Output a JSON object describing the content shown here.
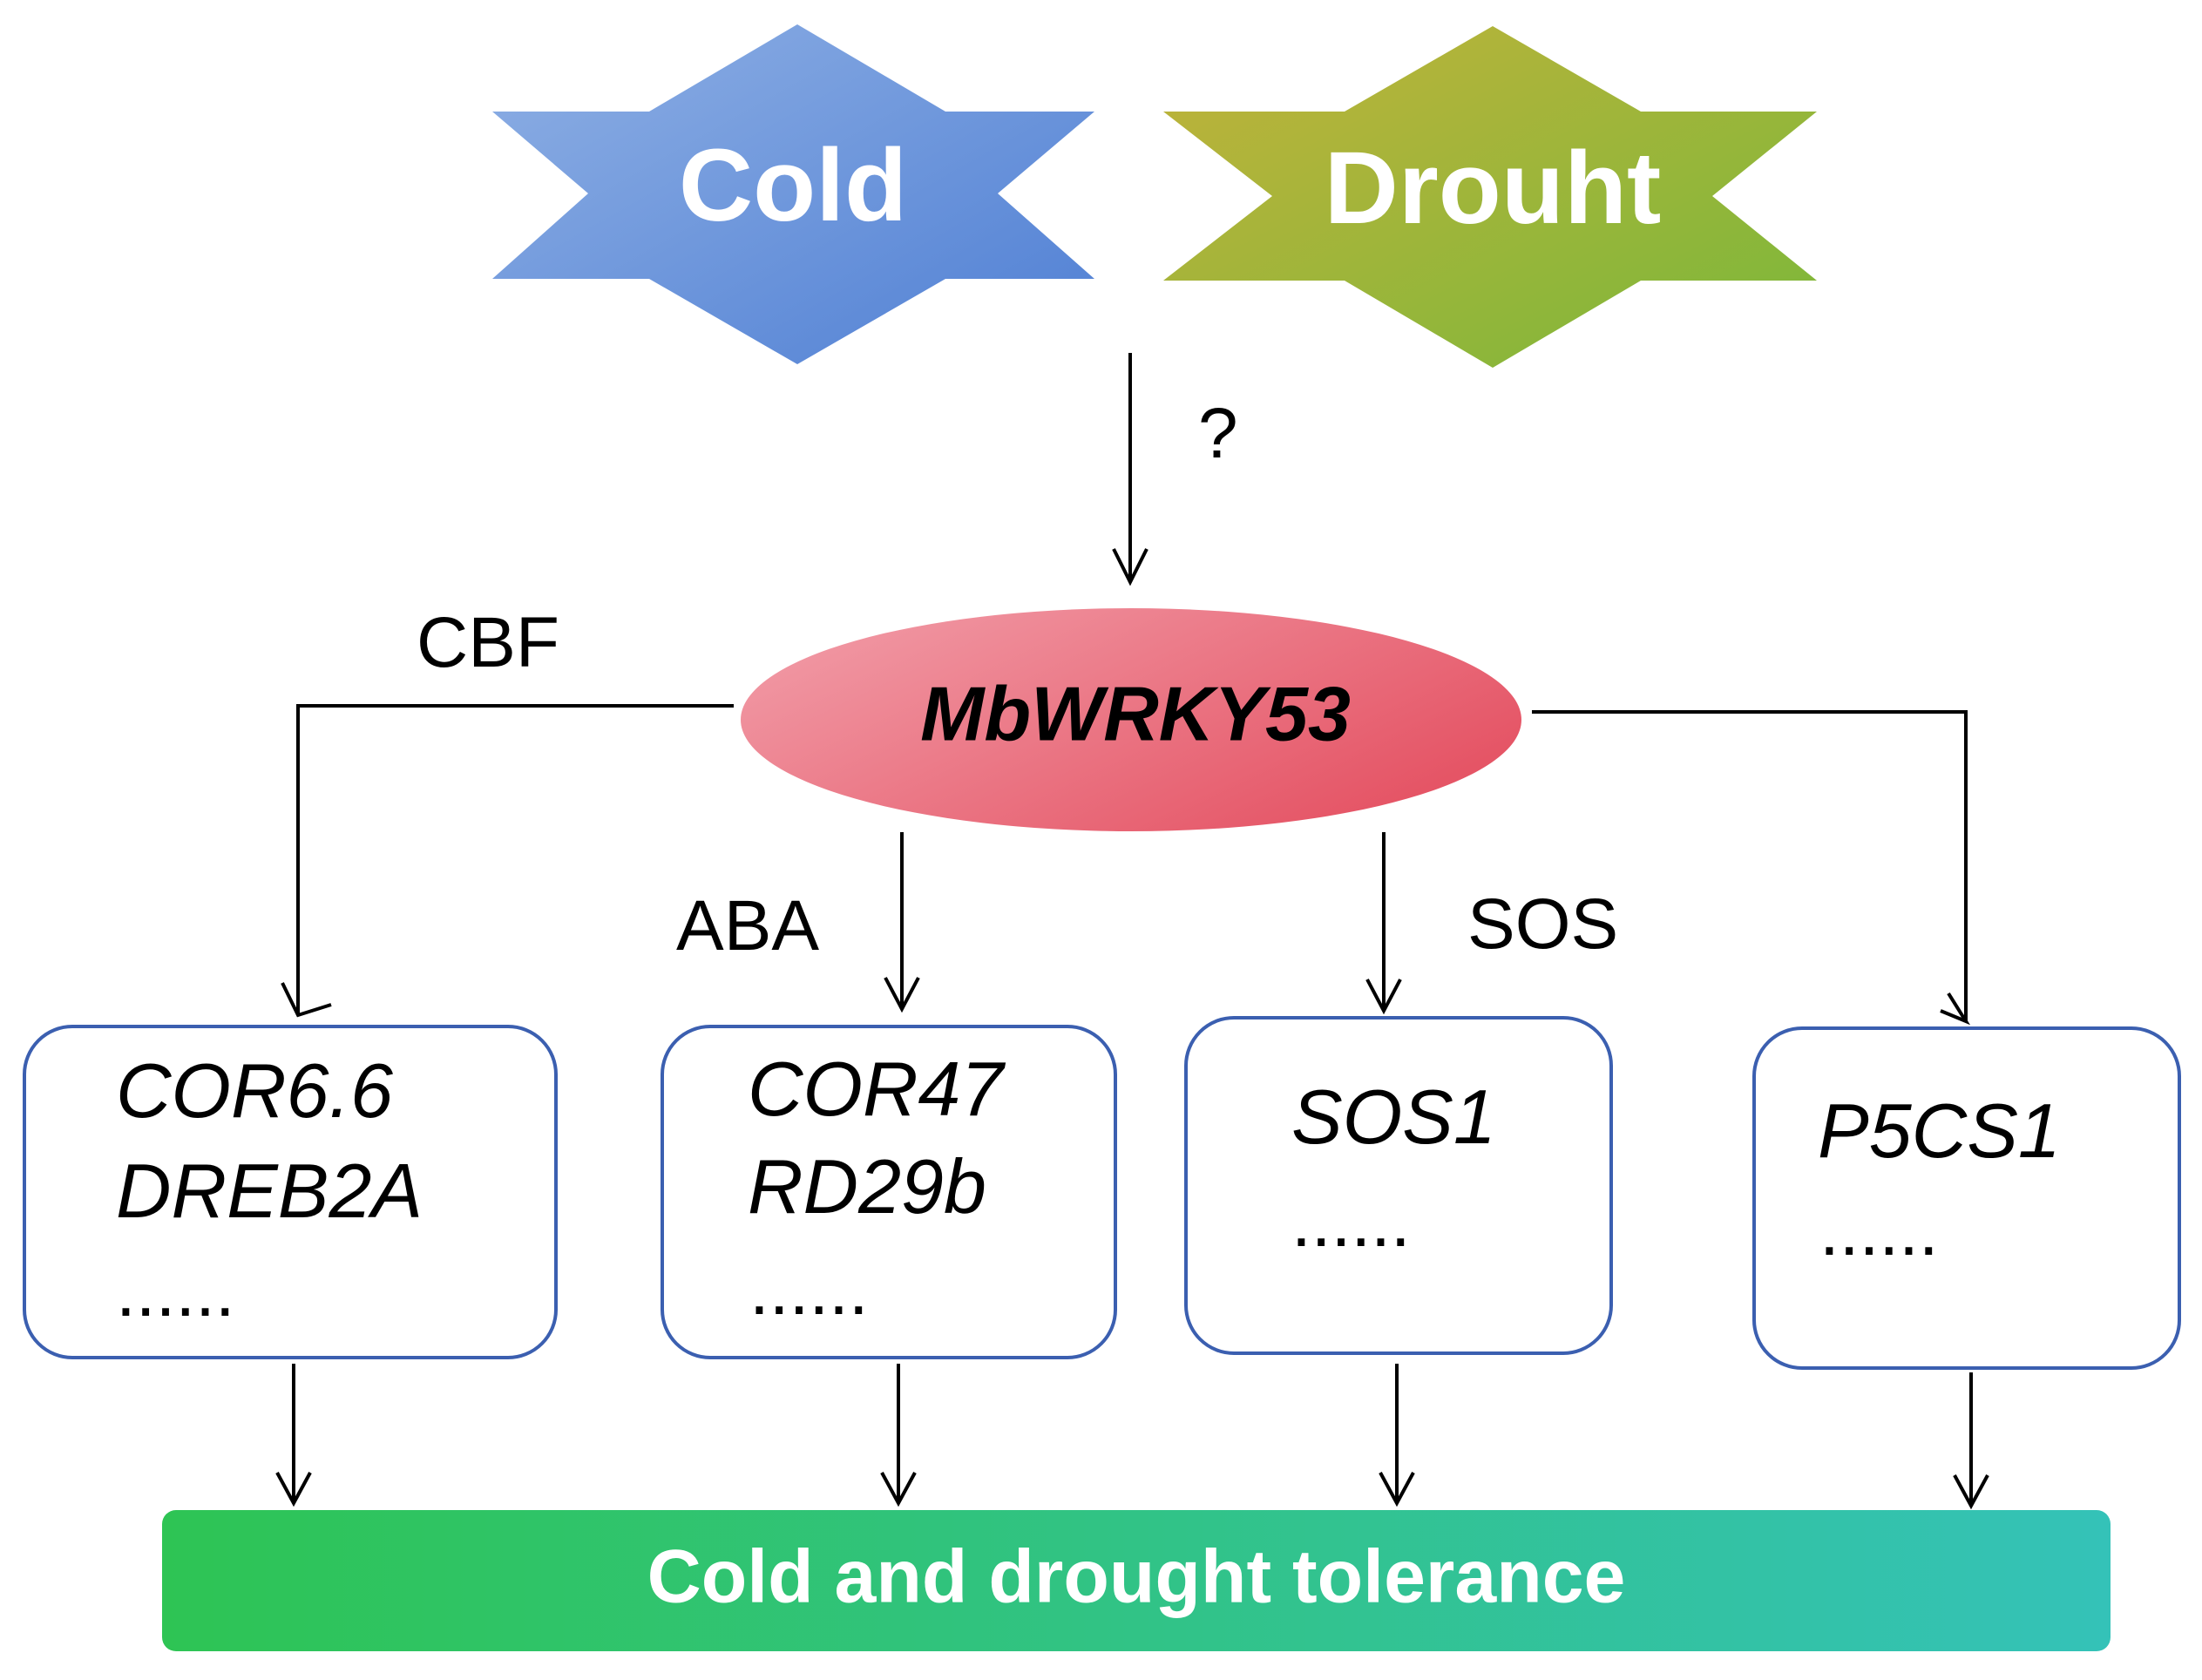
{
  "stresses": [
    {
      "label": "Cold",
      "color_start": "#8fb0e4",
      "color_end": "#4f7fd4"
    },
    {
      "label": "Drouht",
      "color_start": "#c2b23a",
      "color_end": "#7ab83a"
    }
  ],
  "unknown_label": "?",
  "center": {
    "label": "MbWRKY53",
    "color_start": "#f2a0ab",
    "color_end": "#e55566"
  },
  "pathways": [
    "CBF",
    "ABA",
    "SOS"
  ],
  "boxes": [
    {
      "genes": [
        "COR6.6",
        "DREB2A"
      ],
      "more": "......"
    },
    {
      "genes": [
        "COR47",
        "RD29b"
      ],
      "more": "......"
    },
    {
      "genes": [
        "SOS1"
      ],
      "more": "......"
    },
    {
      "genes": [
        "P5CS1"
      ],
      "more": "......"
    }
  ],
  "outcome": {
    "label": "Cold and drought tolerance",
    "color_start": "#2ec454",
    "color_end": "#34c2b8"
  },
  "colors": {
    "box_border": "#3b5fb0",
    "line": "#000000"
  }
}
